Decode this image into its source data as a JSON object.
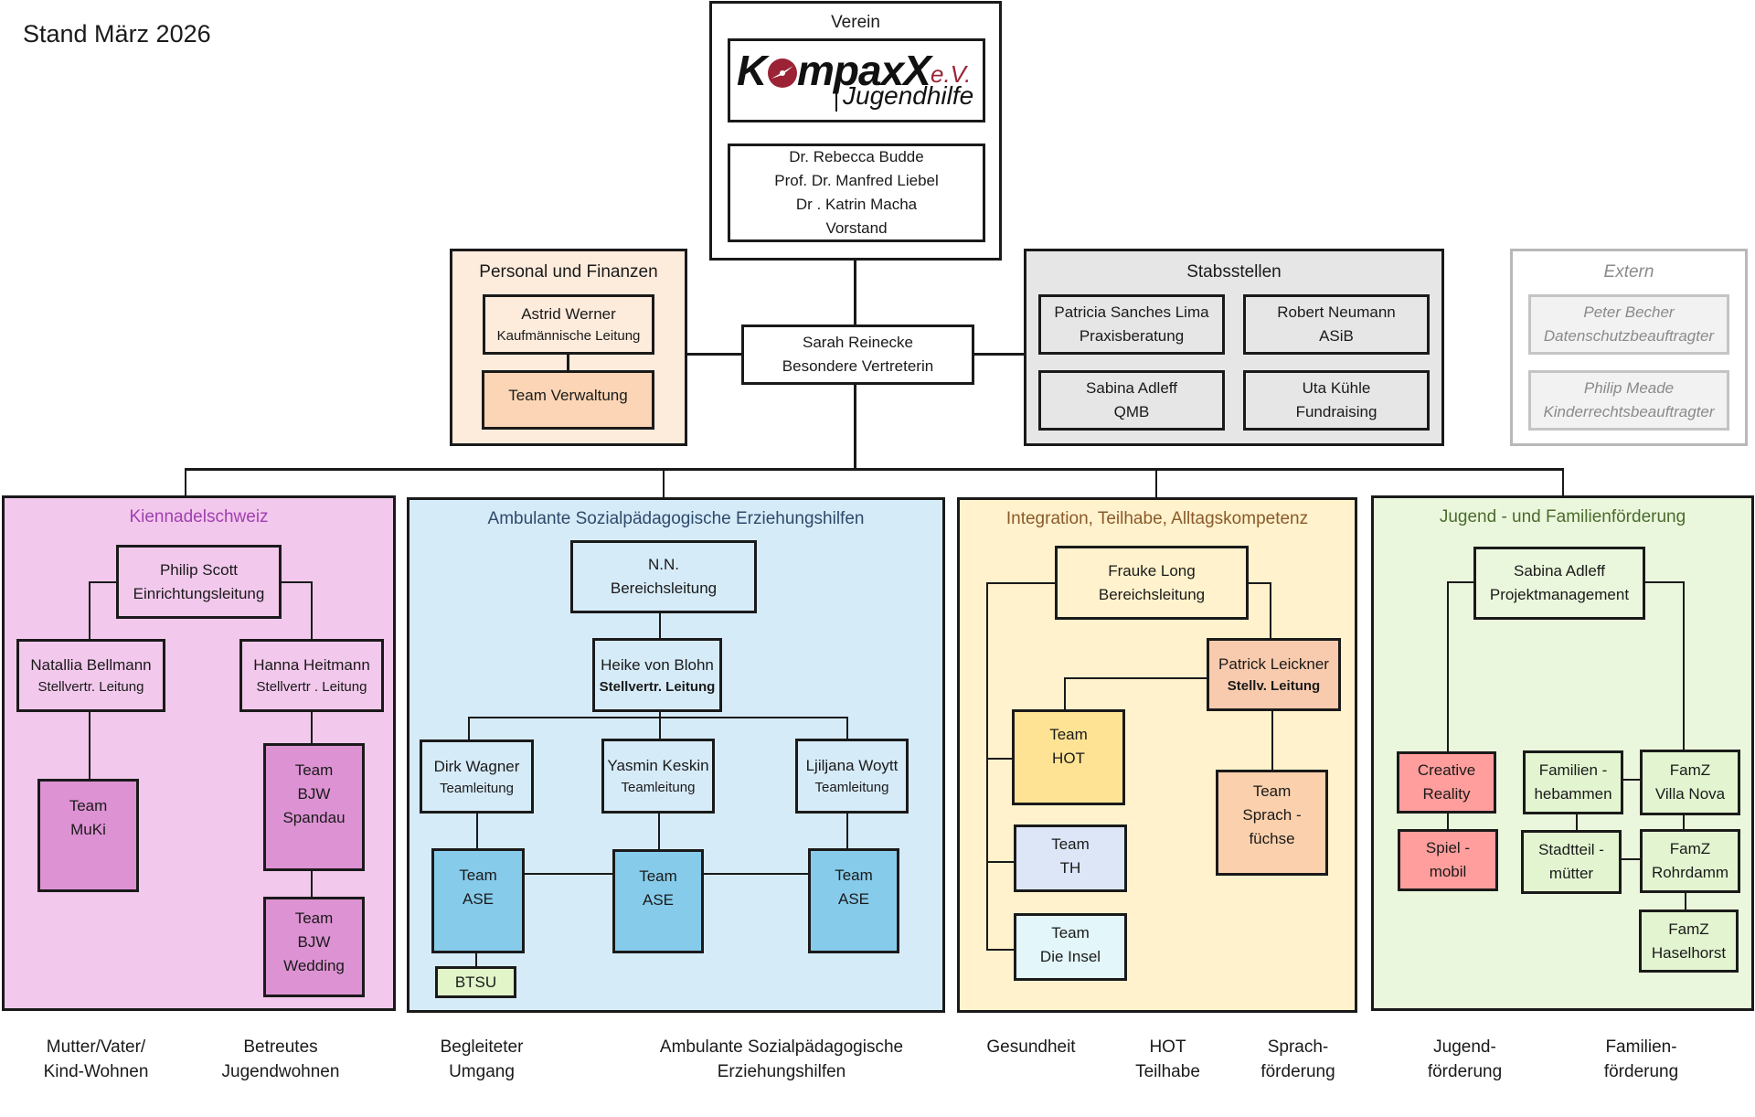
{
  "stand": "Stand März 2026",
  "verein": {
    "title": "Verein",
    "logo": {
      "brand": "KompaxX",
      "brand_prefix": "K",
      "brand_rest": "mpaxX",
      "suffix": "e.V.",
      "subtitle": "Jugendhilfe",
      "accent": "#9b2335"
    },
    "vorstand": [
      "Dr. Rebecca Budde",
      "Prof. Dr. Manfred Liebel",
      "Dr . Katrin Macha",
      "Vorstand"
    ]
  },
  "personal": {
    "title": "Personal und Finanzen",
    "lead_name": "Astrid Werner",
    "lead_role": "Kaufmännische Leitung",
    "team": "Team Verwaltung"
  },
  "vertreterin": {
    "name": "Sarah Reinecke",
    "role": "Besondere Vertreterin"
  },
  "stabsstellen": {
    "title": "Stabsstellen",
    "items": [
      {
        "name": "Patricia Sanches Lima",
        "role": "Praxisberatung"
      },
      {
        "name": "Robert Neumann",
        "role": "ASiB"
      },
      {
        "name": "Sabina Adleff",
        "role": "QMB"
      },
      {
        "name": "Uta Kühle",
        "role": "Fundraising"
      }
    ]
  },
  "extern": {
    "title": "Extern",
    "items": [
      {
        "name": "Peter Becher",
        "role": "Datenschutzbeauftragter"
      },
      {
        "name": "Philip Meade",
        "role": "Kinderrechtsbeauftragter"
      }
    ]
  },
  "sections": {
    "kiennadelschweiz": {
      "title": "Kiennadelschweiz",
      "title_color": "#a040b0",
      "lead": {
        "name": "Philip Scott",
        "role": "Einrichtungsleitung"
      },
      "deputies": [
        {
          "name": "Natallia Bellmann",
          "role": "Stellvertr. Leitung"
        },
        {
          "name": "Hanna Heitmann",
          "role": "Stellvertr . Leitung"
        }
      ],
      "teams": [
        [
          "Team",
          "MuKi"
        ],
        [
          "Team",
          "BJW",
          "Spandau"
        ],
        [
          "Team",
          "BJW",
          "Wedding"
        ]
      ]
    },
    "ase": {
      "title": "Ambulante Sozialpädagogische Erziehungshilfen",
      "title_color": "#2e4a6b",
      "lead": {
        "name": "N.N.",
        "role": "Bereichsleitung"
      },
      "deputy": {
        "name": "Heike von Blohn",
        "role": "Stellvertr. Leitung"
      },
      "teamleads": [
        {
          "name": "Dirk Wagner",
          "role": "Teamleitung"
        },
        {
          "name": "Yasmin Keskin",
          "role": "Teamleitung"
        },
        {
          "name": "Ljiljana Woytt",
          "role": "Teamleitung"
        }
      ],
      "teams": [
        [
          "Team",
          "ASE"
        ],
        [
          "Team",
          "ASE"
        ],
        [
          "Team",
          "ASE"
        ]
      ],
      "btsu": "BTSU"
    },
    "integration": {
      "title": "Integration, Teilhabe, Alltagskompetenz",
      "title_color": "#8a5a2b",
      "lead": {
        "name": "Frauke Long",
        "role": "Bereichsleitung"
      },
      "deputy": {
        "name": "Patrick Leickner",
        "role": "Stellv. Leitung"
      },
      "teams": {
        "hot": [
          "Team",
          "HOT"
        ],
        "th": [
          "Team",
          "TH"
        ],
        "insel": [
          "Team",
          "Die Insel"
        ],
        "sprach": [
          "Team",
          "Sprach -",
          "füchse"
        ]
      }
    },
    "jugend": {
      "title": "Jugend - und Familienförderung",
      "title_color": "#4a6b2e",
      "lead": {
        "name": "Sabina Adleff",
        "role": "Projektmanagement"
      },
      "teams": {
        "creative": [
          "Creative",
          "Reality"
        ],
        "spiel": [
          "Spiel -",
          "mobil"
        ],
        "hebammen": [
          "Familien -",
          "hebammen"
        ],
        "stadtteil": [
          "Stadtteil -",
          "mütter"
        ],
        "villa": [
          "FamZ",
          "Villa Nova"
        ],
        "rohrdamm": [
          "FamZ",
          "Rohrdamm"
        ],
        "haselhorst": [
          "FamZ",
          "Haselhorst"
        ]
      }
    }
  },
  "bottom_labels": [
    [
      "Mutter/Vater/",
      "Kind-Wohnen"
    ],
    [
      "Betreutes",
      "Jugendwohnen"
    ],
    [
      "Begleiteter",
      "Umgang"
    ],
    [
      "Ambulante Sozialpädagogische",
      "Erziehungshilfen"
    ],
    [
      "Gesundheit",
      ""
    ],
    [
      "HOT",
      "Teilhabe"
    ],
    [
      "Sprach-",
      "förderung"
    ],
    [
      "Jugend-",
      "förderung"
    ],
    [
      "Familien-",
      "förderung"
    ]
  ],
  "colors": {
    "personal_bg": "#fdebdc",
    "verwaltung_bg": "#fbd5b5",
    "stab_bg": "#e6e6e6",
    "extern_bg": "#f2f2f2",
    "kienn_bg": "#f2c8ec",
    "kienn_team": "#dd92d3",
    "ase_bg": "#d6ebf8",
    "ase_team": "#86cbea",
    "btsu_bg": "#e1f5c8",
    "int_bg": "#fff2cc",
    "hot_bg": "#ffe394",
    "th_bg": "#dce6f7",
    "insel_bg": "#e3f6fa",
    "patrick_bg": "#f9cbae",
    "sprach_bg": "#fbd0ac",
    "jugend_bg": "#ebf7dc",
    "red_team": "#ff9e9c",
    "green_team": "#e2f5d0"
  }
}
